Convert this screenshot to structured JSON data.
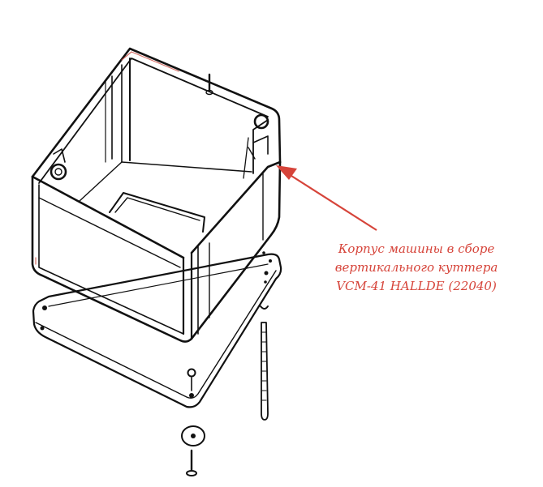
{
  "callout": {
    "line1": "Корпус машины в сборе",
    "line2": "вертикального куттера",
    "line3": "VCM-41 HALLDE (22040)"
  },
  "colors": {
    "annotation": "#d6443a",
    "ink": "#111111",
    "background": "#ffffff"
  },
  "parts": [
    "machine-housing",
    "base-plate",
    "long-bolt",
    "round-foot",
    "short-screw"
  ]
}
